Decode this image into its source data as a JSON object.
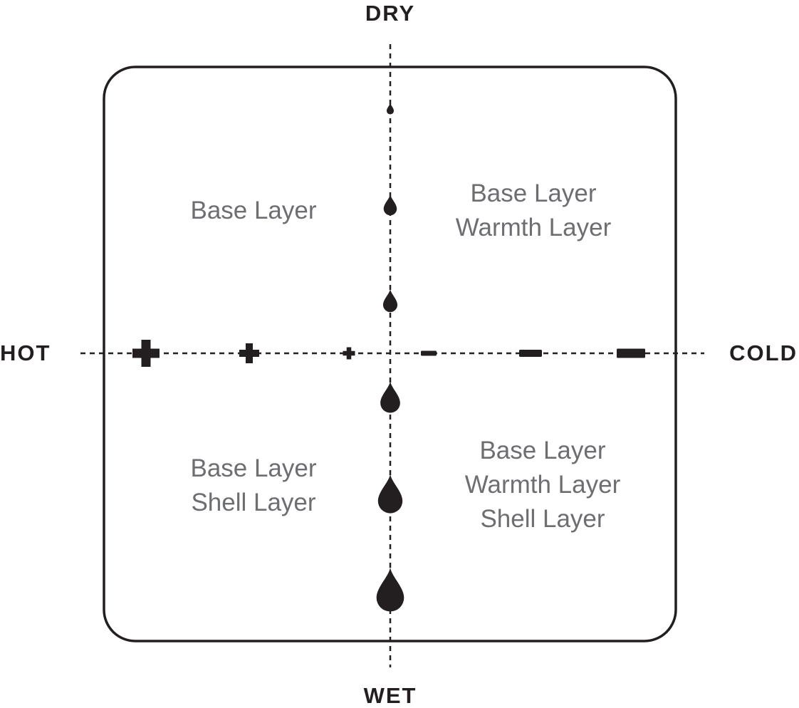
{
  "axes": {
    "top": "DRY",
    "bottom": "WET",
    "left": "HOT",
    "right": "COLD"
  },
  "quadrants": {
    "hot_dry": {
      "position": "top-left",
      "lines": [
        "Base Layer"
      ]
    },
    "cold_dry": {
      "position": "top-right",
      "lines": [
        "Base Layer",
        "Warmth Layer"
      ]
    },
    "hot_wet": {
      "position": "bottom-left",
      "lines": [
        "Base Layer",
        "Shell Layer"
      ]
    },
    "cold_wet": {
      "position": "bottom-right",
      "lines": [
        "Base Layer",
        "Warmth Layer",
        "Shell Layer"
      ]
    }
  },
  "icons": {
    "vertical_axis_markers": [
      "droplet-icon-1",
      "droplet-icon-2",
      "droplet-icon-3",
      "droplet-icon-4",
      "droplet-icon-5",
      "droplet-icon-6"
    ],
    "horizontal_axis_markers": [
      "plus-icon-large",
      "plus-icon-medium",
      "plus-icon-small",
      "minus-icon-small",
      "minus-icon-medium",
      "minus-icon-large"
    ]
  },
  "colors": {
    "ink": "#231f20",
    "label_gray": "#6d6e71"
  }
}
